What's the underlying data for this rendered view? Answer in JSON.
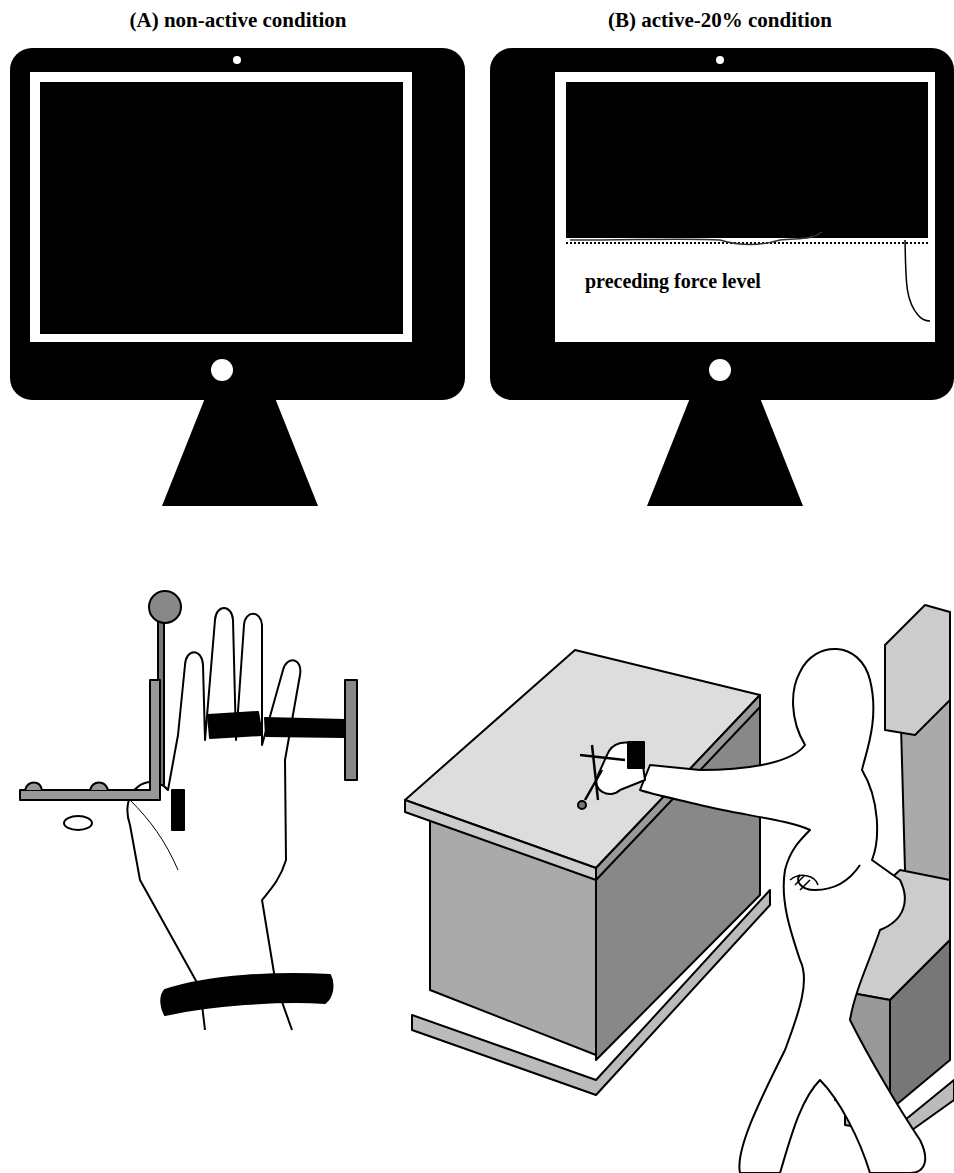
{
  "diagram": {
    "nodes": [
      {
        "text": [
          "(A) non-active condition"
        ]
      },
      {
        "text": [
          "(B) active-20% condition",
          "preceding force level"
        ]
      }
    ]
  }
}
